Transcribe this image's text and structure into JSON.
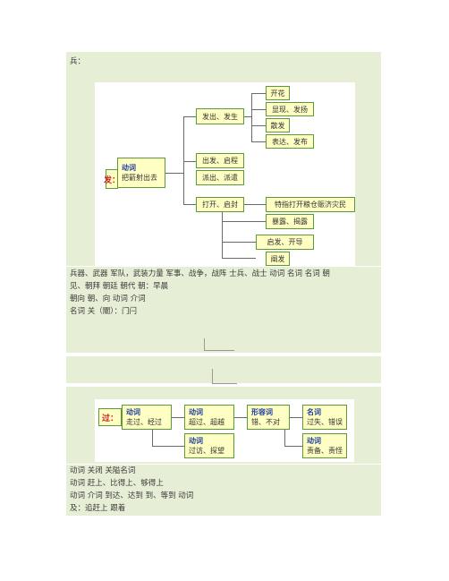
{
  "section1": {
    "heading": "兵：",
    "diagram": {
      "root_char": "发：",
      "root_pos": "动词",
      "root_meaning": "把箭射出去",
      "b1": "发出、发生",
      "b1_leaves": [
        "开花",
        "显现、发扬",
        "散发",
        "表达、发布"
      ],
      "b2a": "出发、启程",
      "b2b": "派出、派遣",
      "b3": "打开、启封",
      "b3_leaves": [
        "特指打开粮仓赈济灾民",
        "暴露、揭露",
        "启发、开导",
        "阐发"
      ]
    },
    "lines": [
      "兵器、武器 军队，武装力量 军事、战争，战阵 士兵、战士 动词 名词 名词 朝",
      "见、朝拜 朝廷 朝代 朝：早晨",
      "朝向 朝、向 动词 介词",
      "名词 关（關）：门闩"
    ]
  },
  "section2": {
    "diagram": {
      "root_char": "过：",
      "n1_pos": "动词",
      "n1_text": "走过、经过",
      "n2_pos": "动词",
      "n2_text": "超过、超越",
      "n3_pos": "形容词",
      "n3_text": "错、不对",
      "n4_pos": "名词",
      "n4_text": "过失、错误",
      "n5_pos": "动词",
      "n5_text": "过访、探望",
      "n6_pos": "动词",
      "n6_text": "责备、责怪"
    },
    "lines": [
      "动词 关闭 关隘名词",
      "动词 赶上、比得上、够得上",
      "动词 介词 到达、达到 到、等到 动词",
      "及：追赶上 跟着"
    ]
  }
}
